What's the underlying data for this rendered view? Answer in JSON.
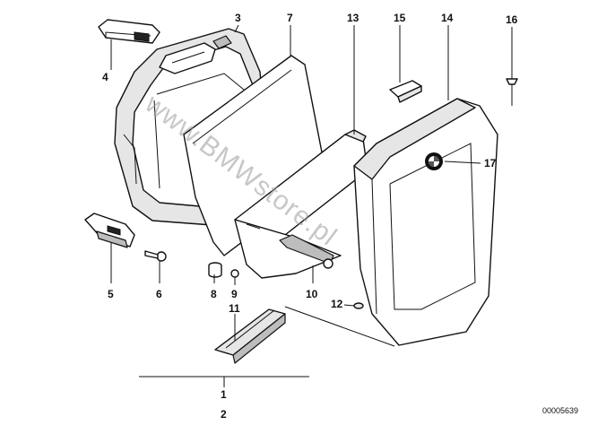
{
  "diagram": {
    "reference_number": "00005639",
    "watermark": "www.BMWstore.pl",
    "callouts": [
      {
        "id": "1",
        "label": "1"
      },
      {
        "id": "2",
        "label": "2"
      },
      {
        "id": "3",
        "label": "3"
      },
      {
        "id": "4",
        "label": "4"
      },
      {
        "id": "5",
        "label": "5"
      },
      {
        "id": "6",
        "label": "6"
      },
      {
        "id": "7",
        "label": "7"
      },
      {
        "id": "8",
        "label": "8"
      },
      {
        "id": "9",
        "label": "9"
      },
      {
        "id": "10",
        "label": "10"
      },
      {
        "id": "11",
        "label": "11"
      },
      {
        "id": "12",
        "label": "12"
      },
      {
        "id": "13",
        "label": "13"
      },
      {
        "id": "14",
        "label": "14"
      },
      {
        "id": "15",
        "label": "15"
      },
      {
        "id": "16",
        "label": "16"
      },
      {
        "id": "17",
        "label": "17"
      }
    ]
  }
}
